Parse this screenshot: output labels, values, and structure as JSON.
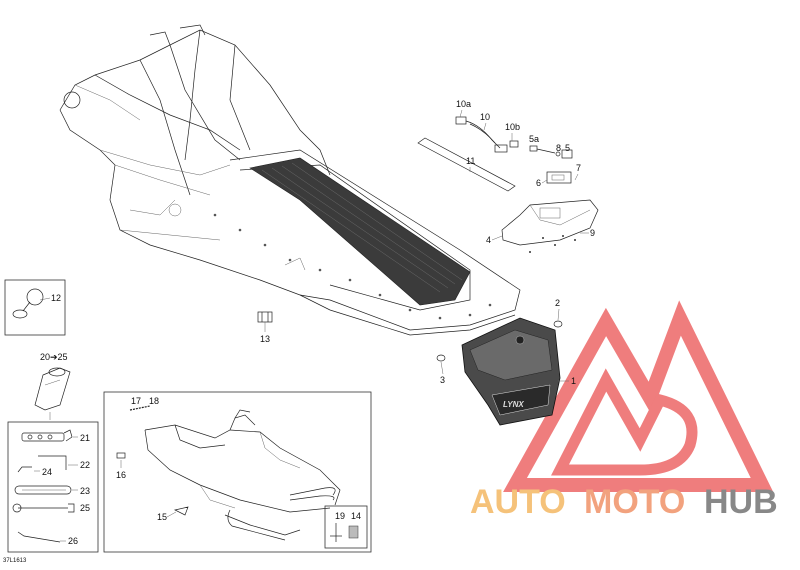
{
  "diagram_id": "37L1613",
  "watermark": {
    "auto": "AUTO",
    "moto": "MOTO",
    "hub": "HUB",
    "color_auto": "#f5c27a",
    "color_moto": "#f2a27e",
    "color_hub": "#888888",
    "logo_color": "#ee6f6f"
  },
  "callouts": {
    "c1": "1",
    "c2": "2",
    "c3": "3",
    "c4": "4",
    "c5": "5",
    "c5a": "5a",
    "c6": "6",
    "c7": "7",
    "c8": "8",
    "c9": "9",
    "c10": "10",
    "c10a": "10a",
    "c10b": "10b",
    "c11": "11",
    "c12": "12",
    "c13": "13",
    "c14": "14",
    "c15": "15",
    "c16": "16",
    "c17": "17",
    "c18": "18",
    "c19": "19",
    "c20_25": "20➔25",
    "c21": "21",
    "c22": "22",
    "c23": "23",
    "c24": "24",
    "c25": "25",
    "c26": "26"
  },
  "mud_flap_brand": "LYNX"
}
